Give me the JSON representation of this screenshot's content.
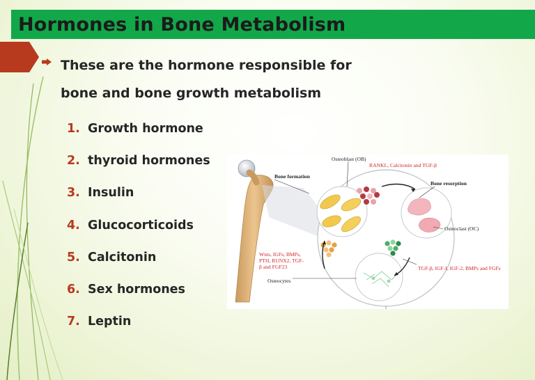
{
  "slide": {
    "title": "Hormones in Bone Metabolism",
    "intro_line1": "These are the hormone responsible for",
    "intro_line2": "bone and bone growth metabolism",
    "items": [
      {
        "num": "1.",
        "text": "Growth hormone"
      },
      {
        "num": "2.",
        "text": "thyroid hormones"
      },
      {
        "num": "3.",
        "text": "Insulin"
      },
      {
        "num": "4.",
        "text": "Glucocorticoids"
      },
      {
        "num": "5.",
        "text": "Calcitonin"
      },
      {
        "num": "6.",
        "text": "Sex hormones"
      },
      {
        "num": "7.",
        "text": "Leptin"
      }
    ]
  },
  "figure": {
    "osteoblast": "Osteoblast (OB)",
    "rankl": "RANKL, Calcitonin and TGF-β",
    "bone_formation": "Bone formation",
    "bone_resorption": "Bone resorption",
    "osteoclast": "Osteoclast (OC)",
    "wnts_1": "Wnts, IGFs, BMPs,",
    "wnts_2": "PTH, RUNX2, TGF-",
    "wnts_3": "β and FGF23",
    "osteocytes": "Osteocytes",
    "tgf": "TGF-β, IGF-I, IGF-2, BMPs and FGFs"
  },
  "colors": {
    "title_bar": "#12a84a",
    "number": "#b83a1e",
    "accent_tab": "#b83a1e",
    "red_label": "#d0252b",
    "bone": "#d9b27d"
  }
}
